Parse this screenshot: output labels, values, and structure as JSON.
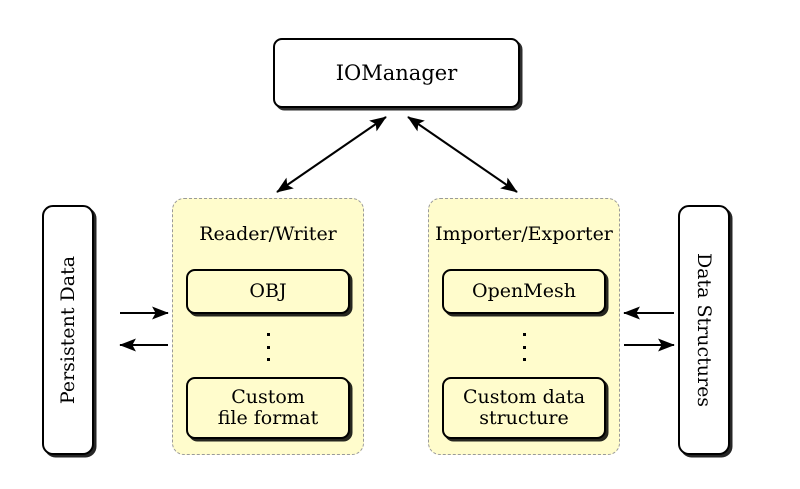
{
  "diagram": {
    "title_node": {
      "label": "IOManager"
    },
    "left_side_node": {
      "label": "Persistent Data",
      "rotation": "ccw"
    },
    "right_side_node": {
      "label": "Data Structures",
      "rotation": "cw"
    },
    "groups": [
      {
        "id": "reader-writer",
        "title": "Reader/Writer",
        "items": [
          {
            "label": "OBJ"
          },
          {
            "label": "Custom\nfile format",
            "line1": "Custom",
            "line2": "file format"
          }
        ],
        "ellipsis": "vertical-dots"
      },
      {
        "id": "importer-exporter",
        "title": "Importer/Exporter",
        "items": [
          {
            "label": "OpenMesh"
          },
          {
            "label": "Custom data\nstructure",
            "line1": "Custom data",
            "line2": "structure"
          }
        ],
        "ellipsis": "vertical-dots"
      }
    ],
    "connectors": [
      {
        "id": "iomanager-readerwriter",
        "kind": "double-headed-arrow",
        "from": "IOManager",
        "to": "Reader/Writer"
      },
      {
        "id": "iomanager-importerexporter",
        "kind": "double-headed-arrow",
        "from": "IOManager",
        "to": "Importer/Exporter"
      },
      {
        "id": "persistentdata-to-readerwriter",
        "kind": "arrow-right",
        "from": "Persistent Data",
        "to": "Reader/Writer"
      },
      {
        "id": "readerwriter-to-persistentdata",
        "kind": "arrow-left",
        "from": "Reader/Writer",
        "to": "Persistent Data"
      },
      {
        "id": "datastructures-to-importerexporter",
        "kind": "arrow-left",
        "from": "Data Structures",
        "to": "Importer/Exporter"
      },
      {
        "id": "importerexporter-to-datastructures",
        "kind": "arrow-right",
        "from": "Importer/Exporter",
        "to": "Data Structures"
      }
    ],
    "colors": {
      "group_fill": "#fffccc",
      "group_border": "#9a9a9a",
      "node_fill": "#ffffff",
      "stroke": "#000000",
      "background": "#ffffff"
    }
  }
}
